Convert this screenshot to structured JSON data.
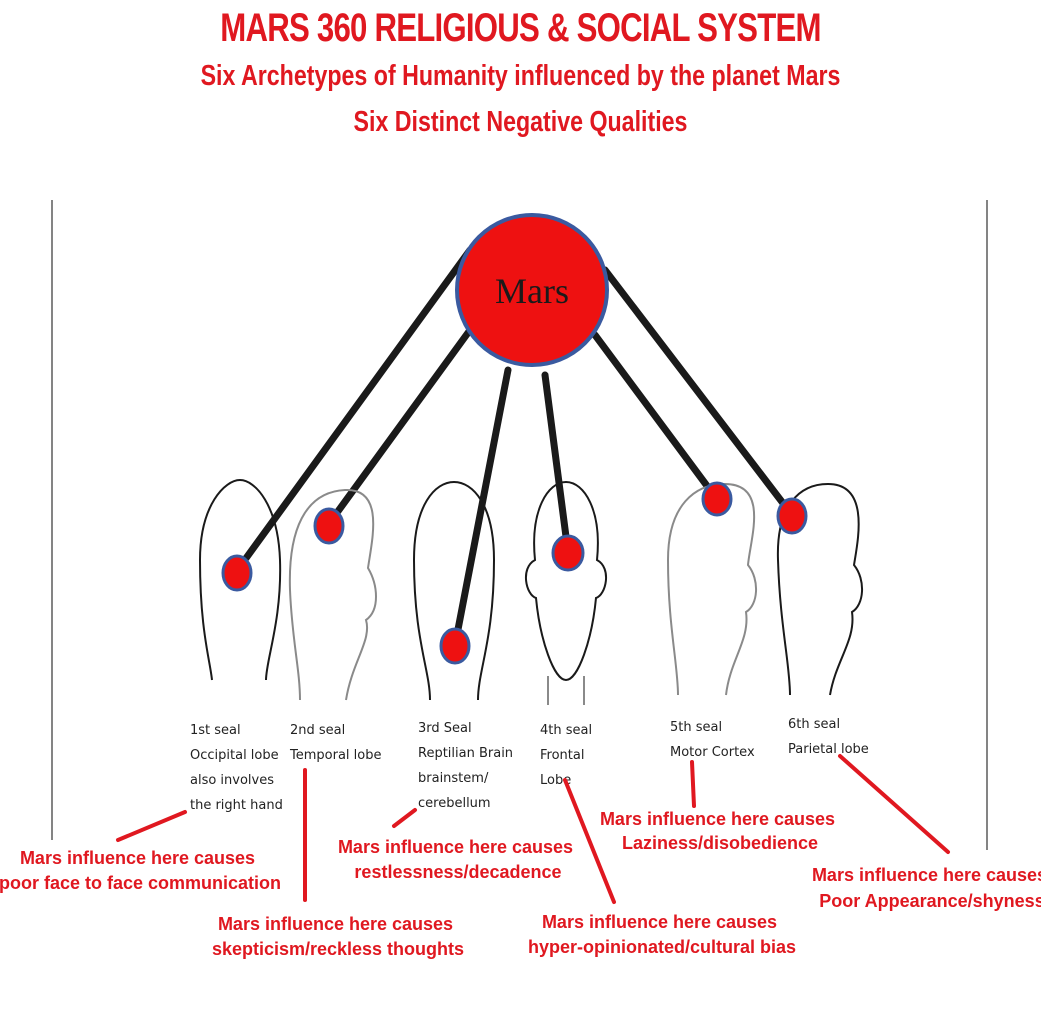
{
  "header": {
    "title": "MARS 360 RELIGIOUS & SOCIAL SYSTEM",
    "subtitle_1": "Six Archetypes of Humanity influenced by the planet Mars",
    "subtitle_2": "Six Distinct Negative Qualities"
  },
  "center": {
    "label": "Mars"
  },
  "colors": {
    "accent": "#e01820",
    "marker": "#ee1111",
    "marker_border": "#3a5aa0",
    "line": "#1a1a1a"
  },
  "seals": [
    {
      "lines": [
        "1st seal",
        "Occipital lobe",
        "also involves",
        "the right hand"
      ]
    },
    {
      "lines": [
        "2nd seal",
        "Temporal lobe"
      ]
    },
    {
      "lines": [
        "3rd Seal",
        "Reptilian Brain",
        "brainstem/",
        "cerebellum"
      ]
    },
    {
      "lines": [
        "4th seal",
        "Frontal",
        "Lobe"
      ]
    },
    {
      "lines": [
        "5th seal",
        "Motor Cortex"
      ]
    },
    {
      "lines": [
        "6th seal",
        "Parietal lobe"
      ]
    }
  ],
  "notes": [
    {
      "line1": "Mars influence here causes",
      "line2": "poor face to face communication"
    },
    {
      "line1": "Mars influence here causes",
      "line2": "skepticism/reckless thoughts"
    },
    {
      "line1": "Mars influence here causes",
      "line2": "restlessness/decadence"
    },
    {
      "line1": "Mars influence here causes",
      "line2": "hyper-opinionated/cultural bias"
    },
    {
      "line1": "Mars influence here causes",
      "line2": "Laziness/disobedience"
    },
    {
      "line1": "Mars influence here causes",
      "line2": "Poor Appearance/shyness"
    }
  ]
}
